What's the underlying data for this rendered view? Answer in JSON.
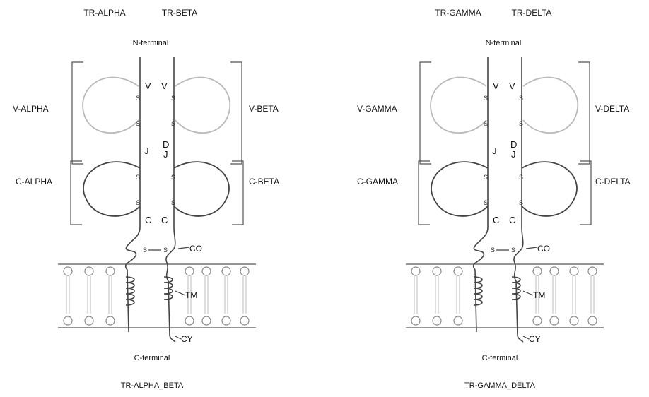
{
  "diagrams": [
    {
      "chain_left": "TR-ALPHA",
      "chain_right": "TR-BETA",
      "n_terminal": "N-terminal",
      "v_left": "V-ALPHA",
      "v_right": "V-BETA",
      "c_left": "C-ALPHA",
      "c_right": "C-BETA",
      "v_mark": "V",
      "d_mark": "D",
      "j_mark": "J",
      "c_mark": "C",
      "s_mark": "S",
      "co": "CO",
      "tm": "TM",
      "cy": "CY",
      "c_terminal": "C-terminal",
      "caption": "TR-ALPHA_BETA"
    },
    {
      "chain_left": "TR-GAMMA",
      "chain_right": "TR-DELTA",
      "n_terminal": "N-terminal",
      "v_left": "V-GAMMA",
      "v_right": "V-DELTA",
      "c_left": "C-GAMMA",
      "c_right": "C-DELTA",
      "v_mark": "V",
      "d_mark": "D",
      "j_mark": "J",
      "c_mark": "C",
      "s_mark": "S",
      "co": "CO",
      "tm": "TM",
      "cy": "CY",
      "c_terminal": "C-terminal",
      "caption": "TR-GAMMA_DELTA"
    }
  ]
}
